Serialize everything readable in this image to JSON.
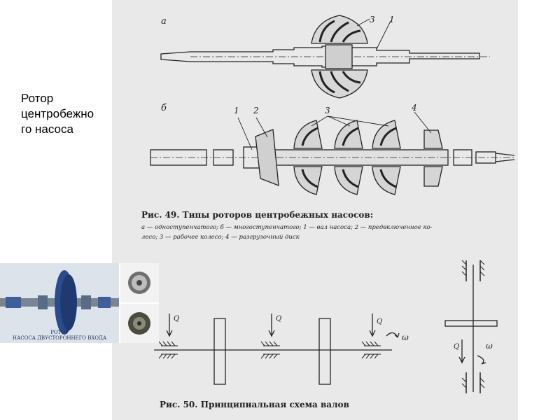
{
  "slide": {
    "title": "Ротор центробежно\nго насоса"
  },
  "figure49": {
    "label_a": "а",
    "label_b": "б",
    "callouts_a": [
      "3",
      "1"
    ],
    "callouts_b": [
      "1",
      "2",
      "3",
      "4"
    ],
    "caption_bold": "Рис. 49. Типы роторов центробежных насосов:",
    "legend_line1": "а — одноступенчатого;  б — многоступенчатого;  1 — вал насоса;  2 — предвключенное ко-",
    "legend_line2": "лесо;  3 — рабочее колесо;  4 — разгрузочный диск"
  },
  "figure50": {
    "load_label": "Q",
    "omega_label": "ω",
    "caption": "Рис. 50. Принципиальная схема валов"
  },
  "photo": {
    "caption_line1": "РОТОР",
    "caption_line2": "НАСОСА ДВУСТОРОННЕГО ВХОДА"
  },
  "colors": {
    "scan_bg": "#e9e9e9",
    "ink": "#222222",
    "photo_blue": "#2b4c8c"
  }
}
